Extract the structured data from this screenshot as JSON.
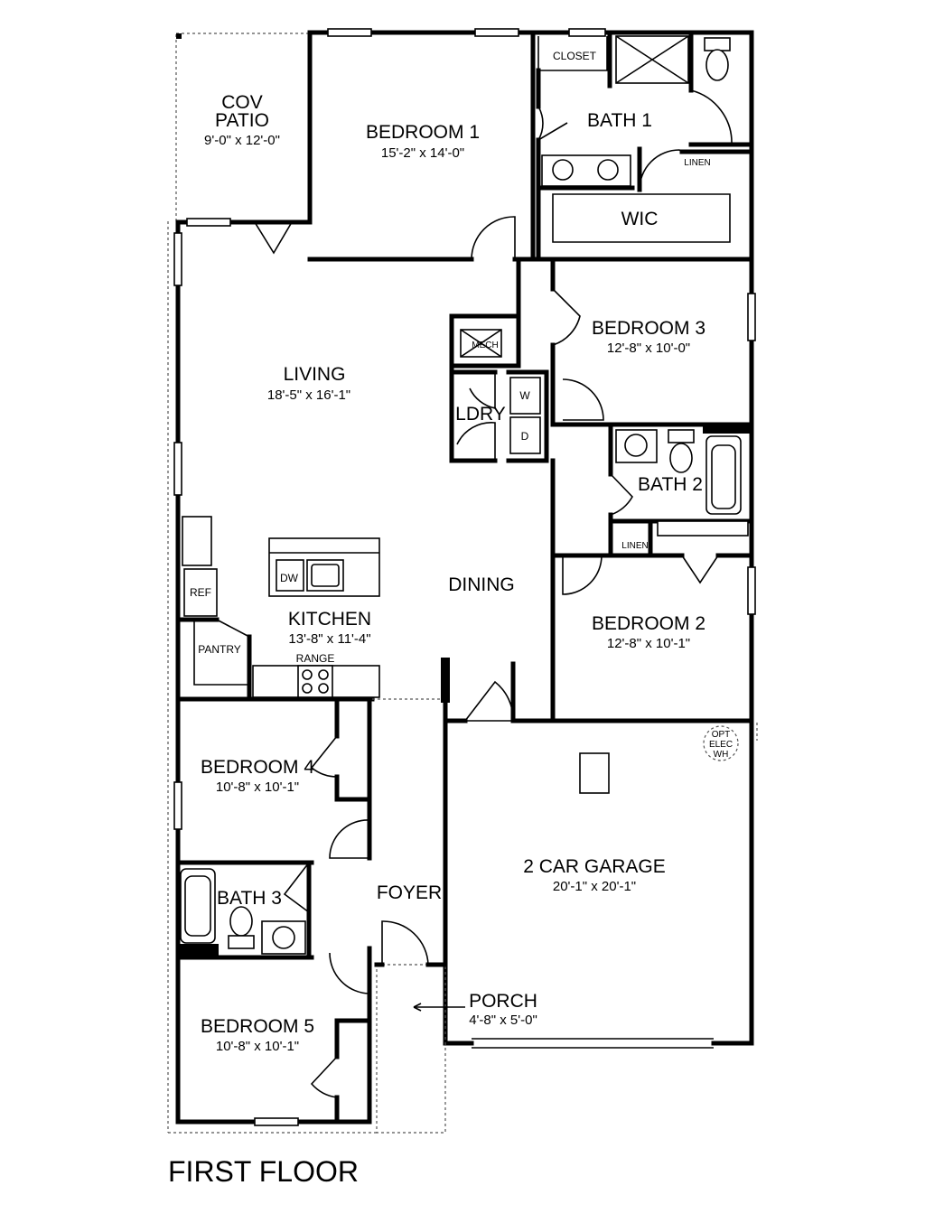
{
  "floor_title": "FIRST FLOOR",
  "rooms": {
    "cov_patio": {
      "line1": "COV",
      "line2": "PATIO",
      "dims": "9'-0\" x 12'-0\""
    },
    "bedroom1": {
      "name": "BEDROOM 1",
      "dims": "15'-2\" x 14'-0\""
    },
    "bath1": {
      "name": "BATH 1"
    },
    "closet": {
      "name": "CLOSET"
    },
    "linen1": {
      "name": "LINEN"
    },
    "wic": {
      "name": "WIC"
    },
    "bedroom3": {
      "name": "BEDROOM 3",
      "dims": "12'-8\" x 10'-0\""
    },
    "mech": {
      "name": "MECH"
    },
    "living": {
      "name": "LIVING",
      "dims": "18'-5\" x 16'-1\""
    },
    "ldry": {
      "name": "LDRY"
    },
    "washer": {
      "name": "W"
    },
    "dryer": {
      "name": "D"
    },
    "bath2": {
      "name": "BATH 2"
    },
    "linen2": {
      "name": "LINEN"
    },
    "dining": {
      "name": "DINING"
    },
    "dw": {
      "name": "DW"
    },
    "ref": {
      "name": "REF"
    },
    "kitchen": {
      "name": "KITCHEN",
      "dims": "13'-8\" x 11'-4\""
    },
    "pantry": {
      "name": "PANTRY"
    },
    "range": {
      "name": "RANGE"
    },
    "bedroom2": {
      "name": "BEDROOM 2",
      "dims": "12'-8\" x 10'-1\""
    },
    "opt_elec": {
      "line1": "OPT",
      "line2": "ELEC",
      "line3": "WH"
    },
    "bedroom4": {
      "name": "BEDROOM 4",
      "dims": "10'-8\" x 10'-1\""
    },
    "garage": {
      "name": "2 CAR GARAGE",
      "dims": "20'-1\" x 20'-1\""
    },
    "bath3": {
      "name": "BATH 3"
    },
    "foyer": {
      "name": "FOYER"
    },
    "porch": {
      "name": "PORCH",
      "dims": "4'-8\" x 5'-0\""
    },
    "bedroom5": {
      "name": "BEDROOM 5",
      "dims": "10'-8\" x 10'-1\""
    }
  }
}
